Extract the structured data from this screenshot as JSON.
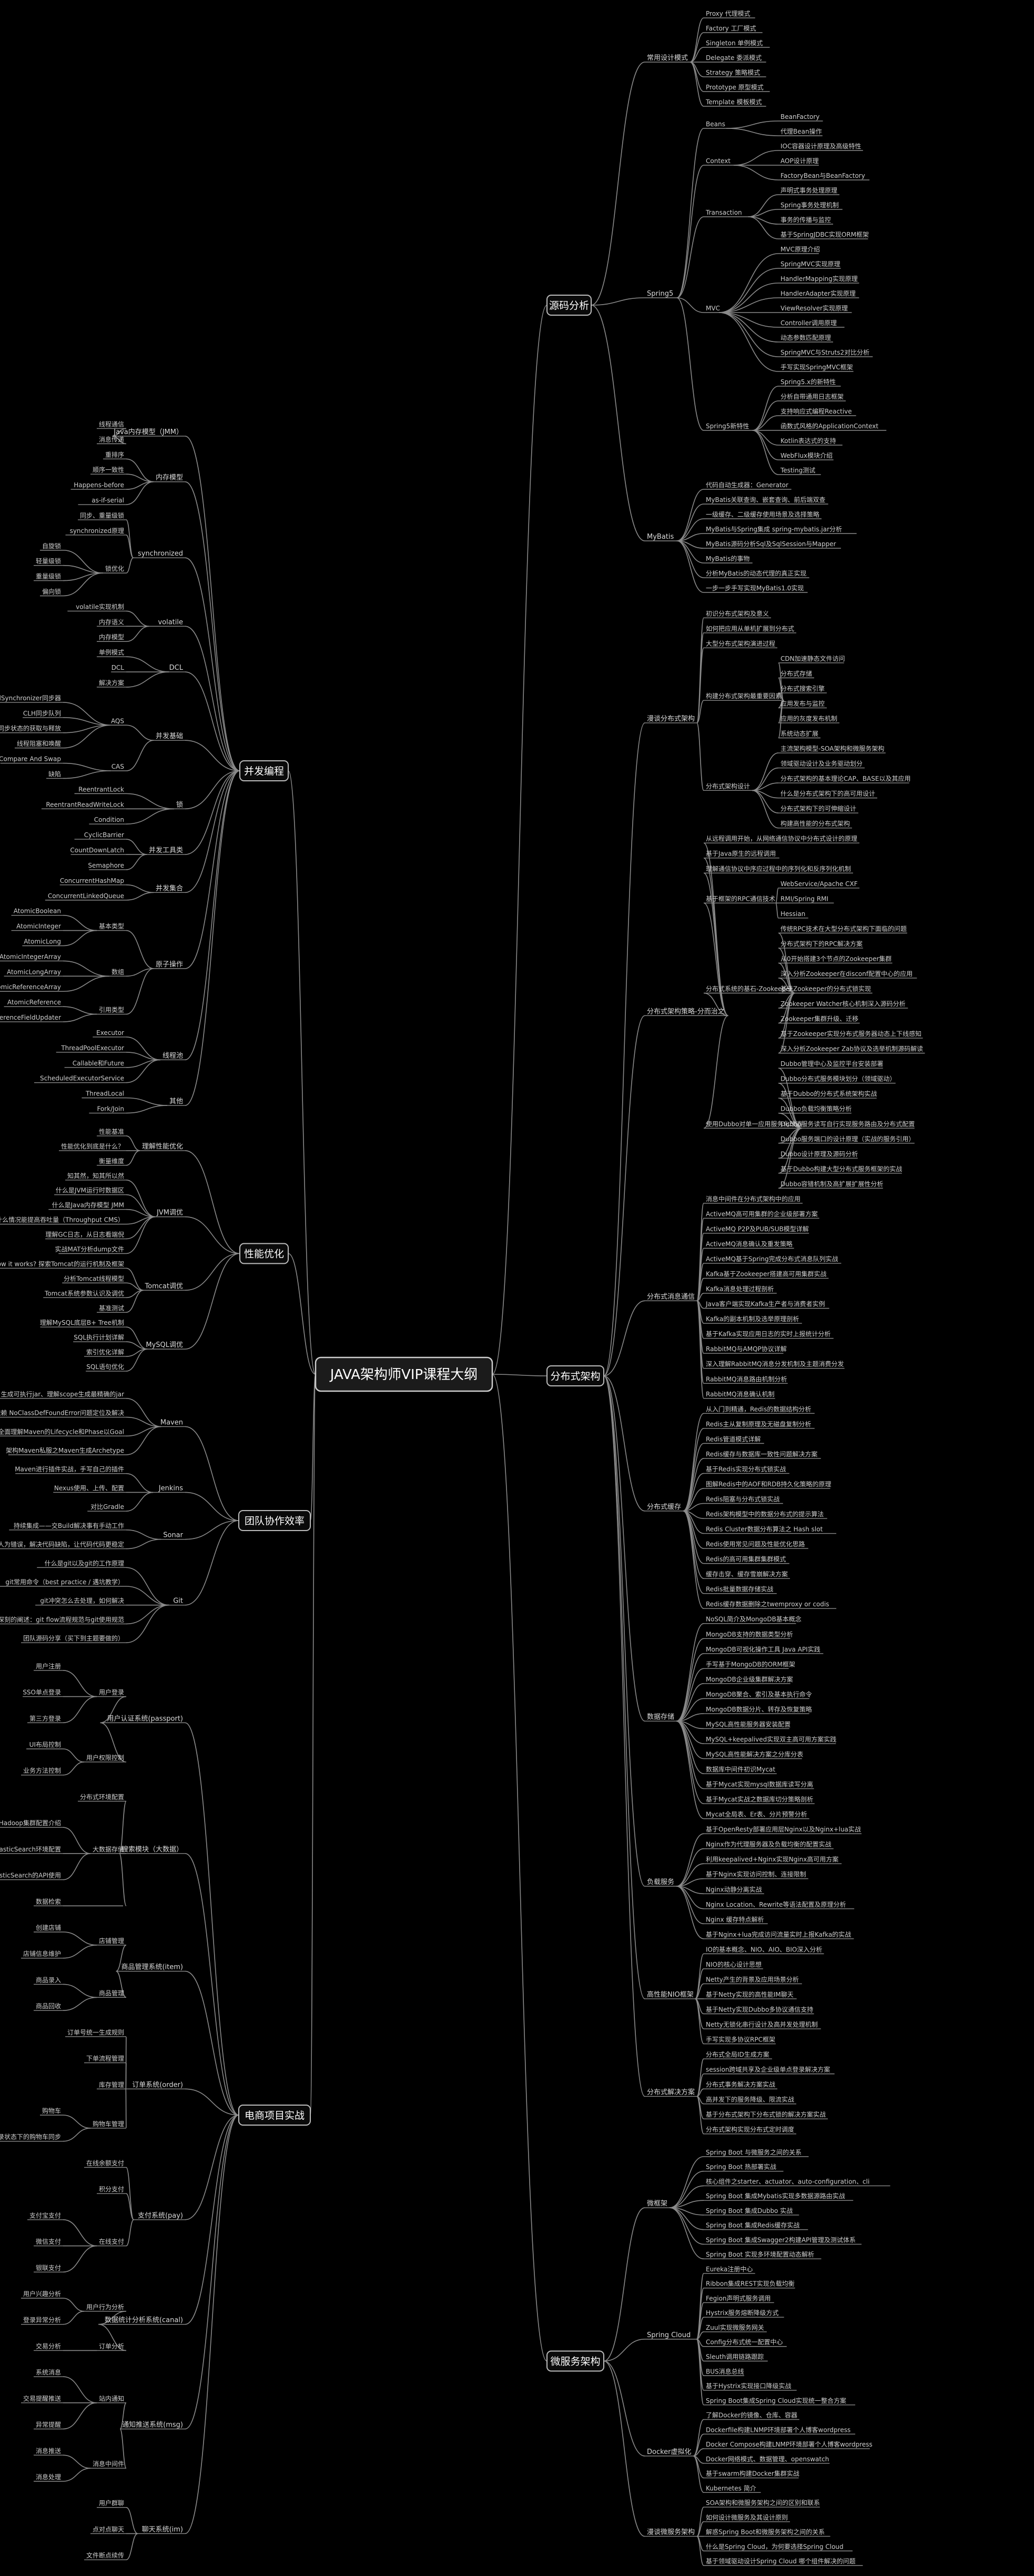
{
  "root": {
    "label": "JAVA架构师VIP课程大纲"
  },
  "branches": [
    {
      "id": "source",
      "label": "源码分析",
      "side": "right",
      "groups": [
        {
          "label": "常用设计模式",
          "items": [
            "Proxy 代理模式",
            "Factory 工厂模式",
            "Singleton 单例模式",
            "Delegate 委派模式",
            "Strategy 策略模式",
            "Prototype 原型模式",
            "Template 模板模式"
          ]
        },
        {
          "label": "Spring5",
          "subgroups": [
            {
              "label": "Beans",
              "items": [
                "BeanFactory",
                "代理Bean操作"
              ]
            },
            {
              "label": "Context",
              "items": [
                "IOC容器设计原理及高级特性",
                "AOP设计原理",
                "FactoryBean与BeanFactory"
              ]
            },
            {
              "label": "Transaction",
              "items": [
                "声明式事务处理原理",
                "Spring事务处理机制",
                "事务的传播与监控",
                "基于SpringJDBC实现ORM框架"
              ]
            },
            {
              "label": "MVC",
              "items": [
                "MVC原理介绍",
                "SpringMVC实现原理",
                "HandlerMapping实现原理",
                "HandlerAdapter实现原理",
                "ViewResolver实现原理",
                "Controller调用原理",
                "动态参数匹配原理",
                "SpringMVC与Struts2对比分析",
                "手写实现SpringMVC框架"
              ]
            },
            {
              "label": "Spring5新特性",
              "items": [
                "Spring5.x的新特性",
                "分析自带通用日志框架",
                "支持响应式编程Reactive",
                "函数式风格的ApplicationContext",
                "Kotlin表达式的支持",
                "WebFlux模块介绍",
                "Testing测试"
              ]
            }
          ]
        },
        {
          "label": "MyBatis",
          "items": [
            "代码自动生成器：Generator",
            "MyBatis关联查询、嵌套查询、前后端双查",
            "一级缓存、二级缓存使用场景及选择策略",
            "MyBatis与Spring集成 spring-mybatis.jar分析",
            "MyBatis源码分析Sql及SqlSession与Mapper",
            "MyBatis的事物",
            "分析MyBatis的动态代理的真正实现",
            "一步一步手写实现MyBatis1.0实现"
          ]
        }
      ]
    },
    {
      "id": "concurrency",
      "label": "并发编程",
      "side": "left",
      "groups": [
        {
          "label": "Java内存模型（JMM）",
          "items": [
            "线程通信",
            "消息传递"
          ]
        },
        {
          "label": "内存模型",
          "items": [
            "重排序",
            "顺序一致性",
            "Happens-before",
            "as-if-serial"
          ]
        },
        {
          "label": "synchronized",
          "items": [
            "同步、重量级锁",
            "synchronized原理"
          ],
          "subgroups": [
            {
              "label": "锁优化",
              "items": [
                "自旋锁",
                "轻量级锁",
                "重量级锁",
                "偏向锁"
              ]
            }
          ]
        },
        {
          "label": "volatile",
          "items": [
            "volatile实现机制",
            "内存语义",
            "内存模型"
          ]
        },
        {
          "label": "DCL",
          "items": [
            "单例模式",
            "DCL",
            "解决方案"
          ]
        },
        {
          "label": "并发基础",
          "subgroups": [
            {
              "label": "AQS",
              "items": [
                "AbstractQueuedSynchronizer同步器",
                "CLH同步队列",
                "同步状态的获取与释放",
                "线程阻塞和唤醒"
              ]
            },
            {
              "label": "CAS",
              "items": [
                "Compare And Swap",
                "缺陷"
              ]
            }
          ]
        },
        {
          "label": "锁",
          "items": [
            "ReentrantLock",
            "ReentrantReadWriteLock",
            "Condition"
          ]
        },
        {
          "label": "并发工具类",
          "items": [
            "CyclicBarrier",
            "CountDownLatch",
            "Semaphore"
          ]
        },
        {
          "label": "并发集合",
          "items": [
            "ConcurrentHashMap",
            "ConcurrentLinkedQueue"
          ]
        },
        {
          "label": "原子操作",
          "subgroups": [
            {
              "label": "基本类型",
              "items": [
                "AtomicBoolean",
                "AtomicInteger",
                "AtomicLong"
              ]
            },
            {
              "label": "数组",
              "items": [
                "AtomicIntegerArray",
                "AtomicLongArray",
                "AtomicReferenceArray"
              ]
            },
            {
              "label": "引用类型",
              "items": [
                "AtomicReference",
                "AtomicReferenceFieldUpdater"
              ]
            }
          ]
        },
        {
          "label": "线程池",
          "items": [
            "Executor",
            "ThreadPoolExecutor",
            "Callable和Future",
            "ScheduledExecutorService"
          ]
        },
        {
          "label": "其他",
          "items": [
            "ThreadLocal",
            "Fork/Join"
          ]
        }
      ]
    },
    {
      "id": "performance",
      "label": "性能优化",
      "side": "left",
      "groups": [
        {
          "label": "理解性能优化",
          "items": [
            "性能基准",
            "性能优化到底是什么？",
            "衡量维度"
          ]
        },
        {
          "label": "JVM调优",
          "items": [
            "知其然，知其所以然",
            "什么是JVM运行时数据区",
            "什么是Java内存模型 JMM",
            "在什么情况能提高吞吐量（Throughput CMS）",
            "理解GC日志，从日志看端倪",
            "实战MAT分析dump文件"
          ]
        },
        {
          "label": "Tomcat调优",
          "items": [
            "How it works? 探索Tomcat的运行机制及框架",
            "分析Tomcat线程模型",
            "Tomcat系统参数认识及调优",
            "基准测试"
          ]
        },
        {
          "label": "MySQL调优",
          "items": [
            "理解MySQL底层B+ Tree机制",
            "SQL执行计划详解",
            "索引优化详解",
            "SQL语句优化"
          ]
        }
      ]
    },
    {
      "id": "teamwork",
      "label": "团队协作效率",
      "side": "left",
      "groups": [
        {
          "label": "Maven",
          "items": [
            "生成可执行jar、理解scope生成最精确的jar",
            "解决类冲突，包依赖 NoClassDefFoundError问题定位及解决",
            "全面理解Maven的Lifecycle和Phase以Goal",
            "架构Maven私服之Maven生成Archetype"
          ]
        },
        {
          "label": "Jenkins",
          "items": [
            "Maven进行插件实战，手写自己的插件",
            "Nexus使用、上传、配置",
            "对比Gradle"
          ]
        },
        {
          "label": "Sonar",
          "items": [
            "持续集成——交Build解决事有手动工作",
            "减少人为错误，解决代码缺陷，让代码代码更稳定"
          ]
        },
        {
          "label": "Git",
          "items": [
            "什么是git以及git的工作原理",
            "git常用命令（best practice / 遇坑教学）",
            "git冲突怎么去处理，如何解决",
            "深刻的阐述：git flow流程规范与git使用规范",
            "团队源码分享（买下到主题要做的）"
          ]
        }
      ]
    },
    {
      "id": "distributed",
      "label": "分布式架构",
      "side": "right",
      "groups": [
        {
          "label": "漫谈分布式架构",
          "items": [
            "初识分布式架构及意义",
            "如何把应用从单机扩展到分布式",
            "大型分布式架构演进过程"
          ],
          "subgroups": [
            {
              "label": "构建分布式架构最重要因素",
              "items": [
                "CDN加速静态文件访问",
                "分布式存储",
                "分布式搜索引擎",
                "应用发布与监控",
                "应用的灰度发布机制",
                "系统动态扩展"
              ]
            },
            {
              "label": "分布式架构设计",
              "items": [
                "主流架构模型-SOA架构和微服务架构",
                "领域驱动设计及业务驱动划分",
                "分布式架构的基本理论CAP、BASE以及其应用",
                "什么是分布式架构下的高可用设计",
                "分布式架构下的可伸缩设计",
                "构建高性能的分布式架构"
              ]
            }
          ]
        },
        {
          "label": "分布式架构策略-分而治之",
          "items": [
            "从远程调用开始，从网络通信协议中分布式设计的原理",
            "基于Java原生的远程调用",
            "理解通信协议中序应过程中的序列化和反序列化机制"
          ],
          "subgroups": [
            {
              "label": "基于框架的RPC通信技术",
              "items": [
                "WebService/Apache CXF",
                "RMI/Spring RMI",
                "Hessian"
              ]
            },
            {
              "label": "分布式系统的基石-Zookeeper",
              "items": [
                "传统RPC技术在大型分布式架构下面临的问题",
                "分布式架构下的RPC解决方案",
                "从0开始搭建3个节点的Zookeeper集群",
                "深入分析Zookeeper在disconf配置中心的应用",
                "基于Zookeeper的分布式锁实现",
                "Zookeeper Watcher核心机制深入源码分析",
                "Zookeeper集群升级、迁移",
                "基于Zookeeper实现分布式服务器动态上下线感知",
                "深入分析Zookeeper Zab协议及选举机制源码解读"
              ]
            },
            {
              "label": "使用Dubbo对单一应用服务化改造",
              "items": [
                "Dubbo管理中心及监控平台安装部署",
                "Dubbo分布式服务模块划分（领域驱动）",
                "基于Dubbo的分布式系统架构实战",
                "Dubbo负载均衡策略分析",
                "Dubbo服务读写自行实现服务路由及分布式配置",
                "Dubbo服务端口的设计原理（实战的服务引用）",
                "Dubbo设计原理及源码分析",
                "基于Dubbo构建大型分布式服务框架的实战",
                "Dubbo容错机制及高扩展扩展性分析"
              ]
            }
          ]
        },
        {
          "label": "分布式消息通信",
          "items": [
            "消息中间件在分布式架构中的应用",
            "ActiveMQ高可用集群的企业级部署方案",
            "ActiveMQ P2P及PUB/SUB模型详解",
            "ActiveMQ消息确认及重发策略",
            "ActiveMQ基于Spring完成分布式消息队列实战",
            "Kafka基于Zookeeper搭建高可用集群实战",
            "Kafka消息处理过程剖析",
            "Java客户端实现Kafka生产者与消费者实例",
            "Kafka的副本机制及选举原理剖析",
            "基于Kafka实现应用日志的实时上报统计分析",
            "RabbitMQ与AMQP协议详解",
            "深入理解RabbitMQ消息分发机制及主题消费分发",
            "RabbitMQ消息路由机制分析",
            "RabbitMQ消息确认机制"
          ]
        },
        {
          "label": "分布式缓存",
          "items": [
            "从入门到精通，Redis的数据结构分析",
            "Redis主从复制原理及无磁盘复制分析",
            "Redis管道模式详解",
            "Redis缓存与数据库一致性问题解决方案",
            "基于Redis实现分布式锁实战",
            "图解Redis中的AOF和RDB持久化策略的原理",
            "Redis阻塞与分布式锁实战",
            "Redis架构模型中的数据分布式的提示算法",
            "Redis Cluster数据分布算法之 Hash slot",
            "Redis使用常见问题及性能优化思路",
            "Redis的高可用集群集群模式",
            "缓存击穿、缓存雪崩解决方案",
            "Redis批量数据存储实战",
            "Redis缓存数据删除之twemproxy or codis"
          ]
        },
        {
          "label": "数据存储",
          "items": [
            "NoSQL简介及MongoDB基本概念",
            "MongoDB支持的数据类型分析",
            "MongoDB可视化操作工具 Java API实践",
            "手写基于MongoDB的ORM框架",
            "MongoDB企业级集群解决方案",
            "MongoDB聚合、索引及基本执行命令",
            "MongoDB数据分片、转存及恢复策略",
            "MySQL高性能服务器安装配置",
            "MySQL+keepalived实现双主高可用方案实践",
            "MySQL高性能解决方案之分库分表",
            "数据库中间件初识Mycat",
            "基于Mycat实现mysql数据库读写分离",
            "基于Mycat实战之数据库切分策略剖析",
            "Mycat全局表、Er表、分片预警分析"
          ]
        },
        {
          "label": "负载服务",
          "items": [
            "基于OpenResty部署应用层Nginx以及Nginx+lua实战",
            "Nginx作为代理服务器及负载均衡的配置实战",
            "利用keepalived+Nginx实现Nginx高可用方案",
            "基于Nginx实现访问控制、连接限制",
            "Nginx动静分离实战",
            "Nginx Location、Rewrite等语法配置及原理分析",
            "Nginx 缓存特点解析",
            "基于Nginx+lua完成访问流量实时上报Kafka的实战"
          ]
        },
        {
          "label": "高性能NIO框架",
          "items": [
            "IO的基本概念、NIO、AIO、BIO深入分析",
            "NIO的核心设计思想",
            "Netty产生的背景及应用场景分析",
            "基于Netty实现的高性能IM聊天",
            "基于Netty实现Dubbo多协议通信支持",
            "Netty无锁化串行设计及高并发处理机制",
            "手写实现多协议RPC框架"
          ]
        },
        {
          "label": "分布式解决方案",
          "items": [
            "分布式全局ID生成方案",
            "session跨域共享及企业级单点登录解决方案",
            "分布式事务解决方案实战",
            "高并发下的服务降级、限流实战",
            "基于分布式架构下分布式锁的解决方案实战",
            "分布式架构实现分布式定时调度"
          ]
        }
      ]
    },
    {
      "id": "project",
      "label": "电商项目实战",
      "side": "left",
      "groups": [
        {
          "label": "用户认证系统(passport)",
          "subgroups": [
            {
              "label": "用户登录",
              "items": [
                "用户注册",
                "SSO单点登录",
                "第三方登录"
              ]
            },
            {
              "label": "用户权限控制",
              "items": [
                "UI布局控制",
                "业务方法控制"
              ]
            }
          ]
        },
        {
          "label": "搜索模块（大数据）",
          "items": [
            "分布式环境配置"
          ],
          "subgroups": [
            {
              "label": "大数据存储",
              "items": [
                "Hadoop集群配置介绍",
                "ElasticSearch环境配置",
                "ElasticSearch的API使用"
              ]
            },
            {
              "label": "",
              "items": [
                "数据检索"
              ]
            }
          ]
        },
        {
          "label": "商品管理系统(item)",
          "subgroups": [
            {
              "label": "店铺管理",
              "items": [
                "创建店铺",
                "店铺信息维护"
              ]
            },
            {
              "label": "商品管理",
              "items": [
                "商品录入",
                "商品回收"
              ]
            }
          ]
        },
        {
          "label": "订单系统(order)",
          "items": [
            "订单号统一生成规则",
            "下单流程管理",
            "库存管理"
          ],
          "subgroups": [
            {
              "label": "购物车管理",
              "items": [
                "购物车",
                "未登录状态下的购物车同步"
              ]
            }
          ]
        },
        {
          "label": "支付系统(pay)",
          "items": [
            "在线余额支付",
            "积分支付"
          ],
          "subgroups": [
            {
              "label": "在线支付",
              "items": [
                "支付宝支付",
                "微信支付",
                "银联支付"
              ]
            }
          ]
        },
        {
          "label": "数据统计分析系统(canal)",
          "subgroups": [
            {
              "label": "用户行为分析",
              "items": [
                "用户兴趣分析",
                "登录异常分析"
              ]
            },
            {
              "label": "订单分析",
              "items": [
                "交易分析"
              ]
            }
          ]
        },
        {
          "label": "通知推送系统(msg)",
          "subgroups": [
            {
              "label": "站内通知",
              "items": [
                "系统消息",
                "交易提醒推送",
                "异常提醒"
              ]
            },
            {
              "label": "消息中间件",
              "items": [
                "消息推送",
                "消息处理"
              ]
            }
          ]
        },
        {
          "label": "聊天系统(im)",
          "items": [
            "用户群聊",
            "点对点聊天",
            "文件断点续传"
          ]
        }
      ]
    },
    {
      "id": "microservices",
      "label": "微服务架构",
      "side": "right",
      "groups": [
        {
          "label": "微框架",
          "items": [
            "Spring Boot 与微服务之间的关系",
            "Spring Boot 热部署实战",
            "核心组件之starter、actuator、auto-configuration、cli",
            "Spring Boot 集成Mybatis实现多数据源路由实战",
            "Spring Boot 集成Dubbo 实战",
            "Spring Boot 集成Redis缓存实战",
            "Spring Boot 集成Swagger2构建API管理及测试体系",
            "Spring Boot 实现多环境配置动态解析"
          ]
        },
        {
          "label": "Spring Cloud",
          "items": [
            "Eureka注册中心",
            "Ribbon集成REST实现负载均衡",
            "Fegion声明式服务调用",
            "Hystrix服务熔断降级方式",
            "Zuul实现微服务网关",
            "Config分布式统一配置中心",
            "Sleuth调用链路跟踪",
            "BUS消息总线",
            "基于Hystrix实现接口降级实战",
            "Spring Boot集成Spring Cloud实现统一整合方案"
          ]
        },
        {
          "label": "Docker虚拟化",
          "items": [
            "了解Docker的镜像、仓库、容器",
            "Dockerfile构建LNMP环境部署个人博客wordpress",
            "Docker Compose构建LNMP环境部署个人博客wordpress",
            "Docker网络模式、数据管理、openswatch",
            "基于swarm构建Docker集群实战",
            "Kubernetes 简介"
          ]
        },
        {
          "label": "漫谈微服务架构",
          "items": [
            "SOA架构和微服务架构之间的区别和联系",
            "如何设计微服务及其设计原则",
            "解惑Spring Boot和微服务架构之间的关系",
            "什么是Spring Cloud，为何要选择Spring Cloud",
            "基于领域驱动设计Spring Cloud 哪个组件解决的问题"
          ]
        }
      ]
    }
  ]
}
